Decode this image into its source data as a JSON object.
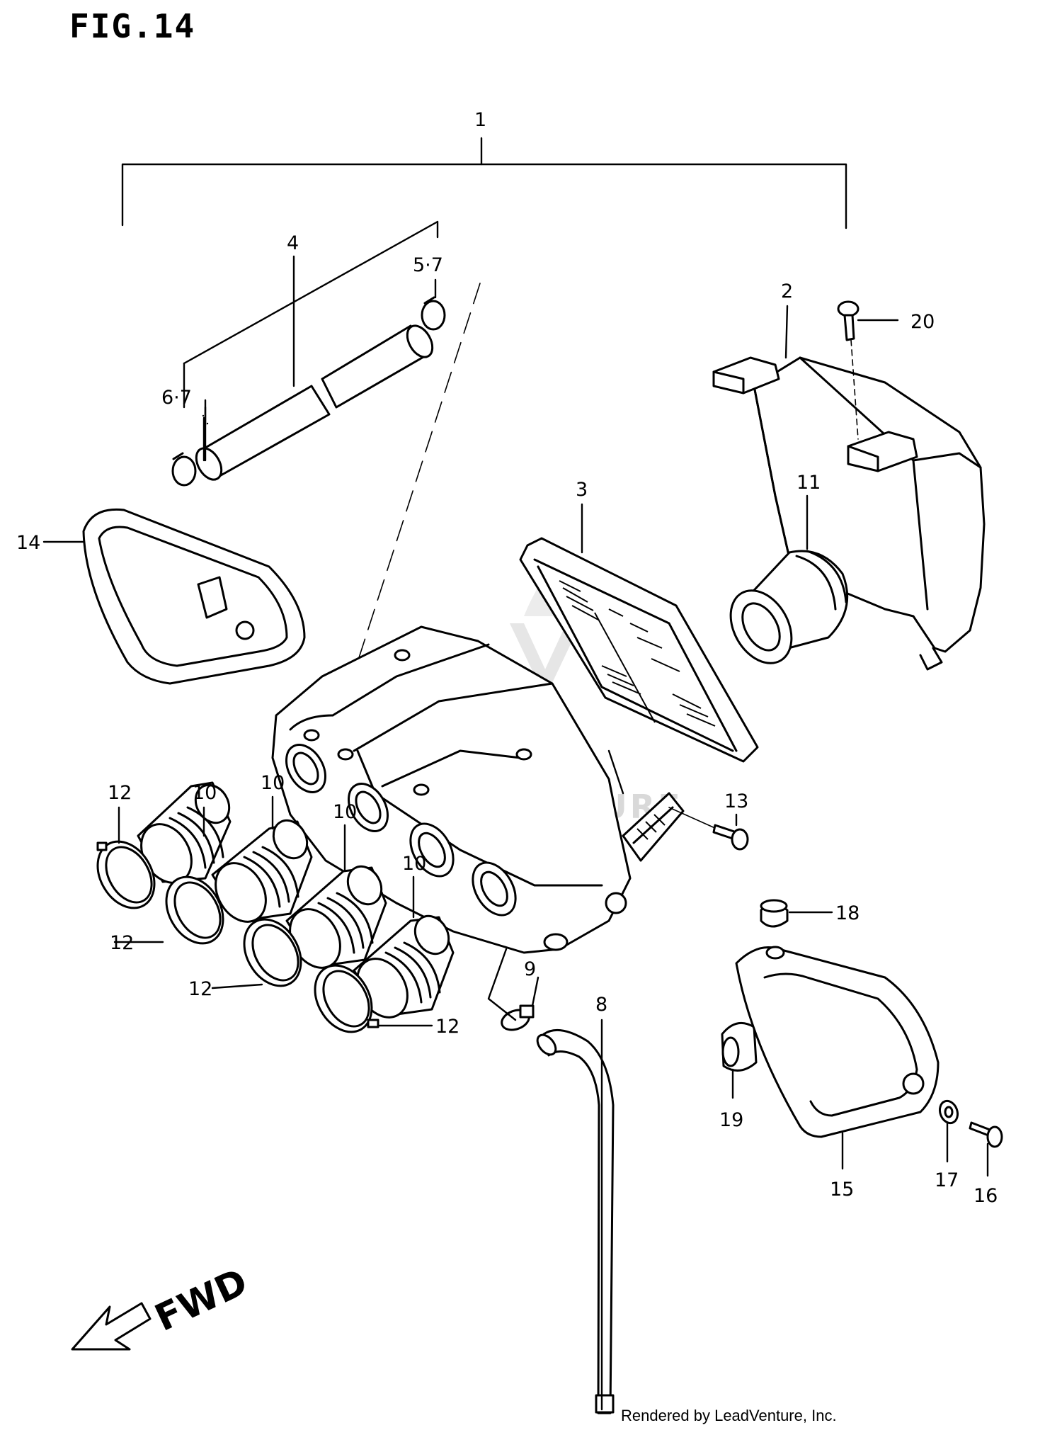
{
  "figure_title": "FIG.14",
  "credit": "Rendered by LeadVenture, Inc.",
  "watermark": "LEADVENTURE",
  "direction_label": "FWD",
  "callouts": [
    {
      "id": "c1",
      "label": "1"
    },
    {
      "id": "c2",
      "label": "2"
    },
    {
      "id": "c3",
      "label": "3"
    },
    {
      "id": "c4",
      "label": "4"
    },
    {
      "id": "c57",
      "label": "5·7"
    },
    {
      "id": "c67",
      "label": "6·7"
    },
    {
      "id": "c8",
      "label": "8"
    },
    {
      "id": "c9",
      "label": "9"
    },
    {
      "id": "c10a",
      "label": "10"
    },
    {
      "id": "c10b",
      "label": "10"
    },
    {
      "id": "c10c",
      "label": "10"
    },
    {
      "id": "c10d",
      "label": "10"
    },
    {
      "id": "c11",
      "label": "11"
    },
    {
      "id": "c12a",
      "label": "12"
    },
    {
      "id": "c12b",
      "label": "12"
    },
    {
      "id": "c12c",
      "label": "12"
    },
    {
      "id": "c12d",
      "label": "12"
    },
    {
      "id": "c13",
      "label": "13"
    },
    {
      "id": "c14",
      "label": "14"
    },
    {
      "id": "c15",
      "label": "15"
    },
    {
      "id": "c16",
      "label": "16"
    },
    {
      "id": "c17",
      "label": "17"
    },
    {
      "id": "c18",
      "label": "18"
    },
    {
      "id": "c19",
      "label": "19"
    },
    {
      "id": "c20",
      "label": "20"
    }
  ]
}
